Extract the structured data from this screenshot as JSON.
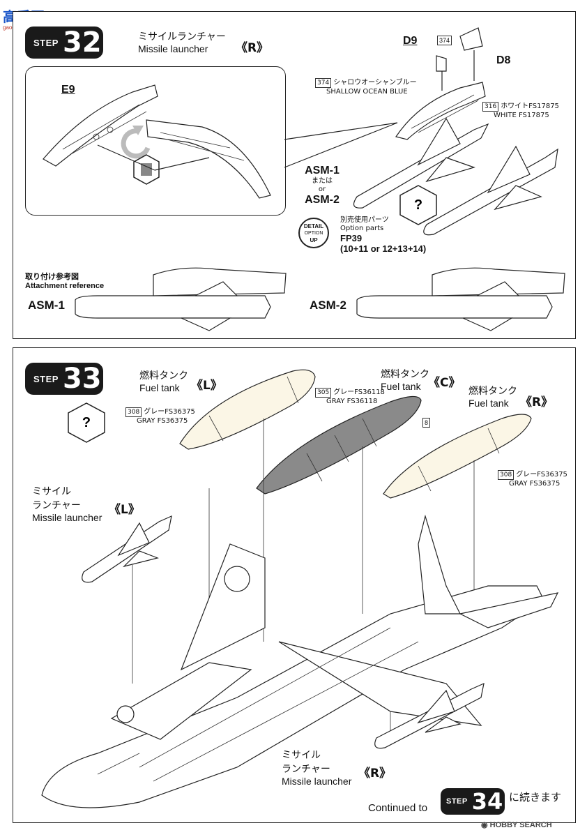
{
  "watermark": {
    "top": "高手网",
    "sub": "gao-shou.com"
  },
  "step32": {
    "label": "STEP",
    "number": "32",
    "title_jp": "ミサイルランチャー",
    "title_en": "Missile launcher",
    "side": "《R》",
    "parts": {
      "e9": "E9",
      "d9": "D9",
      "d8": "D8"
    },
    "paint1": {
      "code": "374",
      "jp": "シャロウオーシャンブルー",
      "en": "SHALLOW OCEAN BLUE"
    },
    "paint2": {
      "code": "316",
      "jp": "ホワイトFS17875",
      "en": "WHITE FS17875"
    },
    "paint_small": {
      "code": "374"
    },
    "asm": {
      "a1": "ASM-1",
      "or_jp": "または",
      "or_en": "or",
      "a2": "ASM-2"
    },
    "detail_badge": {
      "l1": "DETAIL",
      "l2": "OPTION",
      "l3": "UP"
    },
    "option": {
      "jp": "別売使用パーツ",
      "en": "Option parts",
      "code": "FP39",
      "combo": "(10+11 or 12+13+14)"
    },
    "attach": {
      "jp": "取り付け参考図",
      "en": "Attachment reference",
      "a1": "ASM-1",
      "a2": "ASM-2"
    }
  },
  "step33": {
    "label": "STEP",
    "number": "33",
    "tankL": {
      "jp": "燃料タンク",
      "en": "Fuel tank",
      "side": "《L》"
    },
    "tankC": {
      "jp": "燃料タンク",
      "en": "Fuel tank",
      "side": "《C》"
    },
    "tankR": {
      "jp": "燃料タンク",
      "en": "Fuel tank",
      "side": "《R》"
    },
    "paintL": {
      "code": "308",
      "jp": "グレーFS36375",
      "en": "GRAY FS36375"
    },
    "paintC": {
      "code": "305",
      "jp": "グレーFS36118",
      "en": "GRAY FS36118",
      "part": "8"
    },
    "paintR": {
      "code": "308",
      "jp": "グレーFS36375",
      "en": "GRAY FS36375"
    },
    "launcherL": {
      "jp1": "ミサイル",
      "jp2": "ランチャー",
      "side": "《L》",
      "en": "Missile launcher"
    },
    "launcherR": {
      "jp1": "ミサイル",
      "jp2": "ランチャー",
      "side": "《R》",
      "en": "Missile launcher"
    }
  },
  "footer": {
    "continued": "Continued to",
    "step_label": "STEP",
    "step_num": "34",
    "jp": "に続きます",
    "logo": "HOBBY SEARCH"
  },
  "colors": {
    "step_bg": "#1a1a1a",
    "tank_center": "#8a8a8a",
    "tank_side": "#fbf6e6"
  }
}
